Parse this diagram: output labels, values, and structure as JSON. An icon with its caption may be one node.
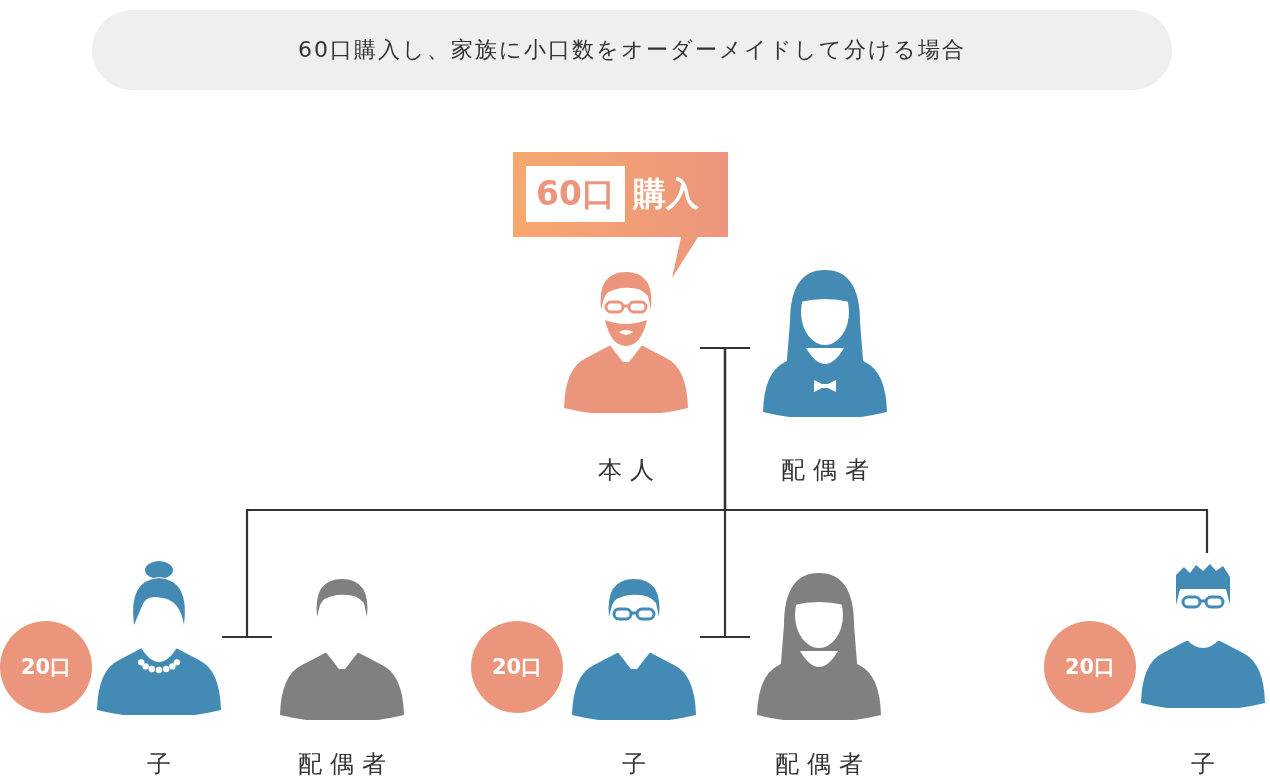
{
  "diagram": {
    "title": "60口購入し、家族に小口数をオーダーメイドして分ける場合",
    "nodes": [
      {
        "text": [
          "60口",
          "購入"
        ]
      },
      {
        "text": [
          "本人"
        ]
      },
      {
        "text": [
          "配偶者"
        ]
      },
      {
        "text": [
          "20口"
        ]
      },
      {
        "text": [
          "子"
        ]
      },
      {
        "text": [
          "配偶者"
        ]
      },
      {
        "text": [
          "20口"
        ]
      },
      {
        "text": [
          "子"
        ]
      },
      {
        "text": [
          "配偶者"
        ]
      },
      {
        "text": [
          "20口"
        ]
      },
      {
        "text": [
          "子"
        ]
      }
    ],
    "edges": [
      {
        "from": 1,
        "to": 2,
        "arrow": "none"
      },
      {
        "from": 4,
        "to": 5,
        "arrow": "none"
      },
      {
        "from": 7,
        "to": 8,
        "arrow": "none"
      },
      {
        "from": 1,
        "to": 4,
        "arrow": "none"
      },
      {
        "from": 1,
        "to": 7,
        "arrow": "none"
      },
      {
        "from": 1,
        "to": 10,
        "arrow": "none"
      }
    ]
  }
}
